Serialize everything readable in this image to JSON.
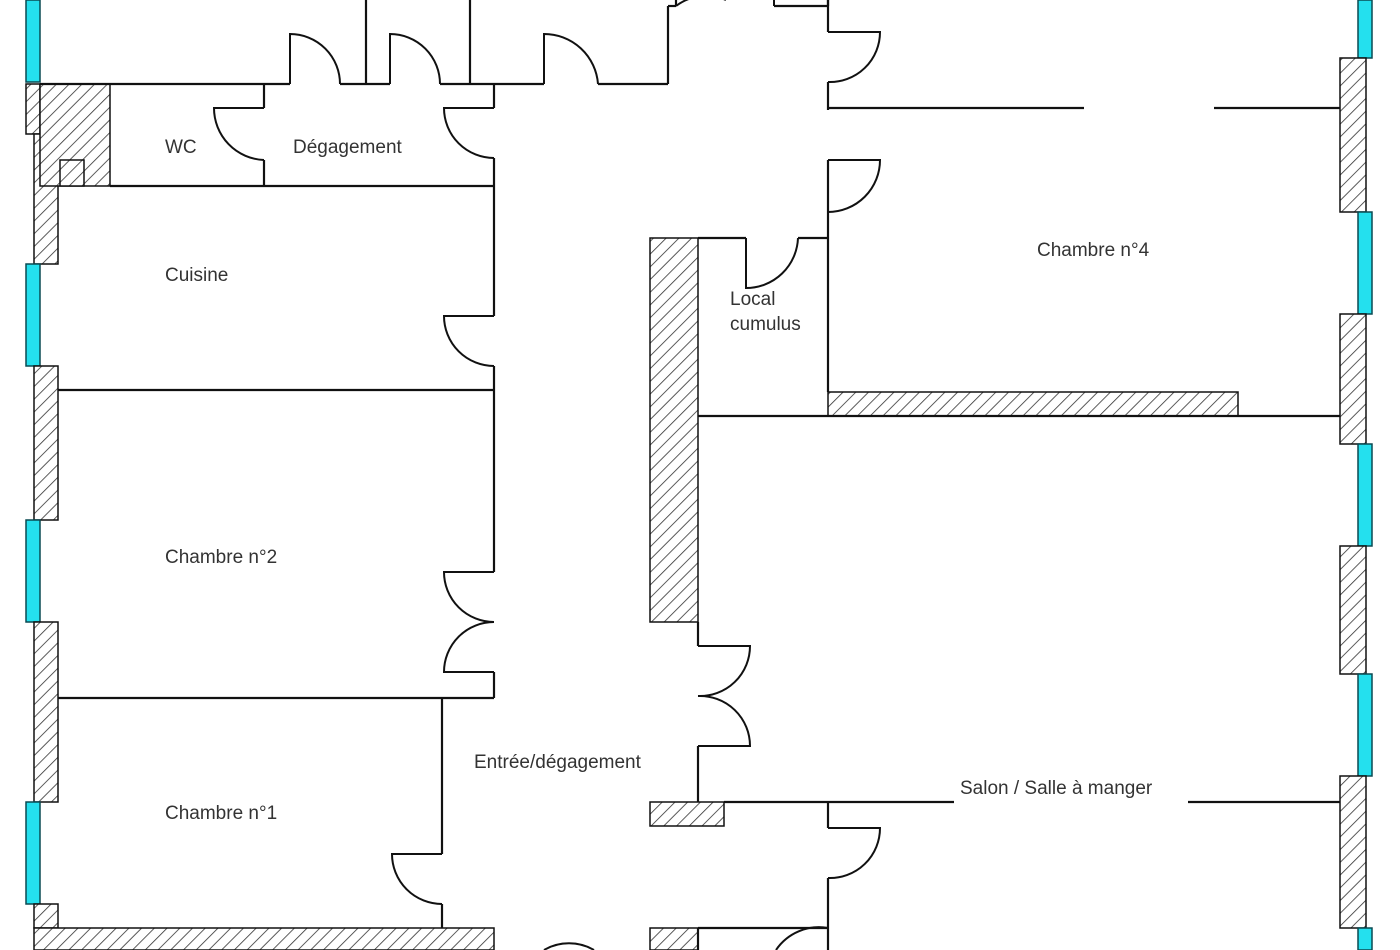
{
  "plan": {
    "rooms": {
      "wc": "WC",
      "degagement": "Dégagement",
      "cuisine": "Cuisine",
      "chambre4": "Chambre n°4",
      "local1": "Local",
      "local2": "cumulus",
      "chambre2": "Chambre n°2",
      "entree": "Entrée/dégagement",
      "salon": "Salon / Salle à manger",
      "chambre1": "Chambre n°1"
    },
    "colors": {
      "wall": "#111111",
      "window": "#24e0ee",
      "hatch": "#333333",
      "background": "#ffffff"
    }
  }
}
